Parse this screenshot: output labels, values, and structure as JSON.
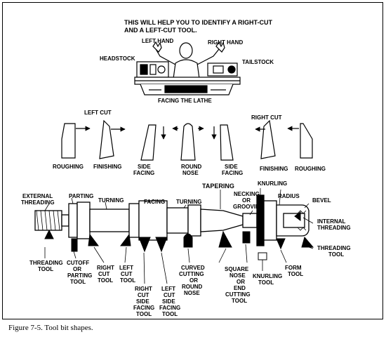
{
  "caption": "Figure 7-5. Tool bit shapes.",
  "header": {
    "line1": "THIS WILL HELP YOU TO IDENTIFY A RIGHT-CUT",
    "line2": "AND A LEFT-CUT TOOL."
  },
  "lathe": {
    "left_hand": "LEFT HAND",
    "right_hand": "RIGHT HAND",
    "headstock": "HEADSTOCK",
    "tailstock": "TAILSTOCK",
    "facing_the_lathe": "FACING THE LATHE"
  },
  "left_cut": {
    "title": "LEFT CUT",
    "roughing": "ROUGHING",
    "finishing": "FINISHING"
  },
  "right_cut": {
    "title": "RIGHT CUT",
    "finishing": "FINISHING",
    "roughing": "ROUGHING"
  },
  "center_tools": {
    "side_facing_left": [
      "SIDE",
      "FACING"
    ],
    "round_nose": [
      "ROUND",
      "NOSE"
    ],
    "side_facing_right": [
      "SIDE",
      "FACING"
    ]
  },
  "workpiece": {
    "external_threading": [
      "EXTERNAL",
      "THREADING"
    ],
    "parting": "PARTING",
    "turning_1": "TURNING",
    "facing": "FACING",
    "turning_2": "TURNING",
    "tapering": "TAPERING",
    "necking": [
      "NECKING",
      "OR",
      "GROOVING"
    ],
    "knurling": "KNURLING",
    "radius": "RADIUS",
    "bevel": "BEVEL",
    "internal_threading": [
      "INTERNAL",
      "THREADING"
    ]
  },
  "tools_below": {
    "threading_tool_left": [
      "THREADING",
      "TOOL"
    ],
    "cutoff": [
      "CUTOFF",
      "OR",
      "PARTING",
      "TOOL"
    ],
    "right_cut_tool": [
      "RIGHT",
      "CUT",
      "TOOL"
    ],
    "left_cut_tool": [
      "LEFT",
      "CUT",
      "TOOL"
    ],
    "right_cut_side_facing": [
      "RIGHT",
      "CUT",
      "SIDE",
      "FACING",
      "TOOL"
    ],
    "left_cut_side_facing": [
      "LEFT",
      "CUT",
      "SIDE",
      "FACING",
      "TOOL"
    ],
    "curved_cutting": [
      "CURVED",
      "CUTTING",
      "OR",
      "ROUND",
      "NOSE"
    ],
    "square_nose": [
      "SQUARE",
      "NOSE",
      "OR",
      "END",
      "CUTTING",
      "TOOL"
    ],
    "knurling_tool": [
      "KNURLING",
      "TOOL"
    ],
    "form_tool": [
      "FORM",
      "TOOL"
    ],
    "threading_tool_right": [
      "THREADING",
      "TOOL"
    ]
  }
}
